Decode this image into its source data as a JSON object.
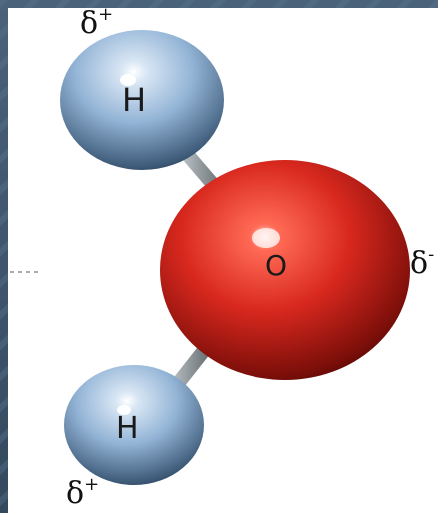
{
  "molecule": {
    "atoms": [
      {
        "id": "h_top",
        "symbol": "H",
        "charge_symbol": "δ",
        "charge_sign": "+"
      },
      {
        "id": "oxygen",
        "symbol": "O",
        "charge_symbol": "δ",
        "charge_sign": "-"
      },
      {
        "id": "h_bottom",
        "symbol": "H",
        "charge_symbol": "δ",
        "charge_sign": "+"
      }
    ]
  },
  "colors": {
    "oxygen": "#d8281e",
    "hydrogen": "#93b4d6",
    "bond": "#8a9296",
    "background": "#3e5468"
  }
}
